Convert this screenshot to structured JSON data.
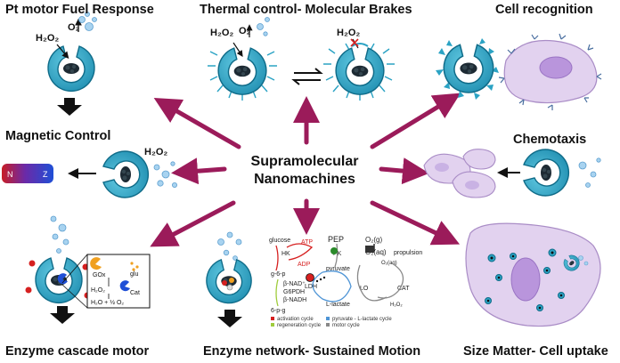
{
  "center": {
    "line1": "Supramolecular",
    "line2": "Nanomachines"
  },
  "titles": {
    "pt_motor": "Pt motor Fuel Response",
    "thermal": "Thermal control- Molecular Brakes",
    "cell_recognition": "Cell recognition",
    "magnetic": "Magnetic Control",
    "chemotaxis": "Chemotaxis",
    "enzyme_cascade": "Enzyme cascade motor",
    "enzyme_network": "Enzyme network- Sustained Motion",
    "size_matter": "Size Matter- Cell uptake"
  },
  "chem": {
    "h2o2": "H₂O₂",
    "o2": "O₂",
    "magnet_n": "N",
    "magnet_s": "Z"
  },
  "cascade_box": {
    "gox": "GOx",
    "glu": "glu",
    "cat": "Cat",
    "h2o2": "H₂O₂",
    "product": "H₂O + ½ O₂"
  },
  "network": {
    "glucose": "glucose",
    "atp": "ATP",
    "hk": "HK",
    "adp": "ADP",
    "g6p": "g-6-p",
    "pep": "PEP",
    "pk": "PK",
    "pyruvate": "pyruvate",
    "ldh": "LDH",
    "lactate": "L-lactate",
    "nad_plus": "β-NAD⁺",
    "g6pdh": "G6PDH",
    "nadh": "β-NADH",
    "e6pg": "6-p-g",
    "o2g": "O₂(g)",
    "o2aq": "O₂(aq)",
    "lo": "LO",
    "cat": "CAT",
    "h2o2": "H₂O₂",
    "propulsion": "propulsion",
    "legend_activation": "activation cycle",
    "legend_regeneration": "regeneration cycle",
    "legend_pyruvate": "pyruvate - L-lactate cycle",
    "legend_motor": "motor cycle"
  },
  "colors": {
    "arrow": "#9b1b5a",
    "stomatocyte": "#2ba3c4",
    "stomatocyte_stroke": "#0f6b88",
    "cell": "#e2d2ef",
    "cell_stroke": "#a98cc6",
    "nucleus": "#b995dc",
    "bubble": "#a8d3f0",
    "bubble_stroke": "#5d9fcf"
  }
}
